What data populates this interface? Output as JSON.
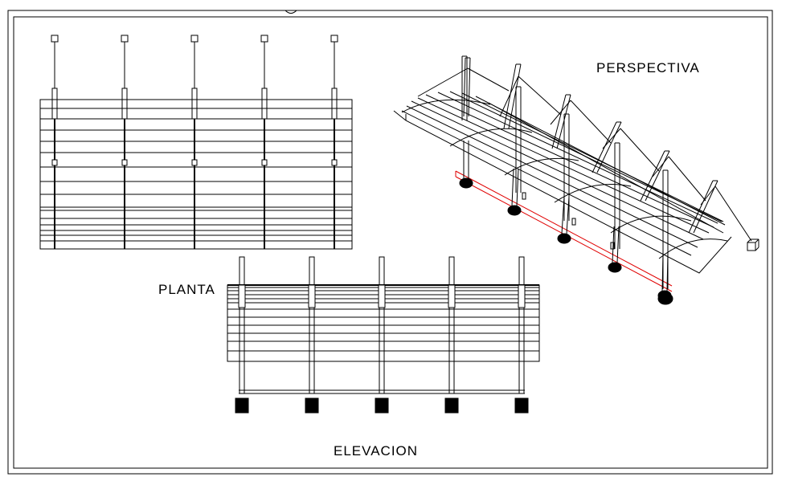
{
  "drawing": {
    "labels": {
      "plan": "PLANTA",
      "elevation": "ELEVACION",
      "perspective": "PERSPECTIVA"
    },
    "colors": {
      "line": "#000000",
      "highlight": "#e00000",
      "paper": "#ffffff"
    },
    "views": [
      "plan",
      "elevation",
      "perspective"
    ],
    "column_count": 5
  }
}
